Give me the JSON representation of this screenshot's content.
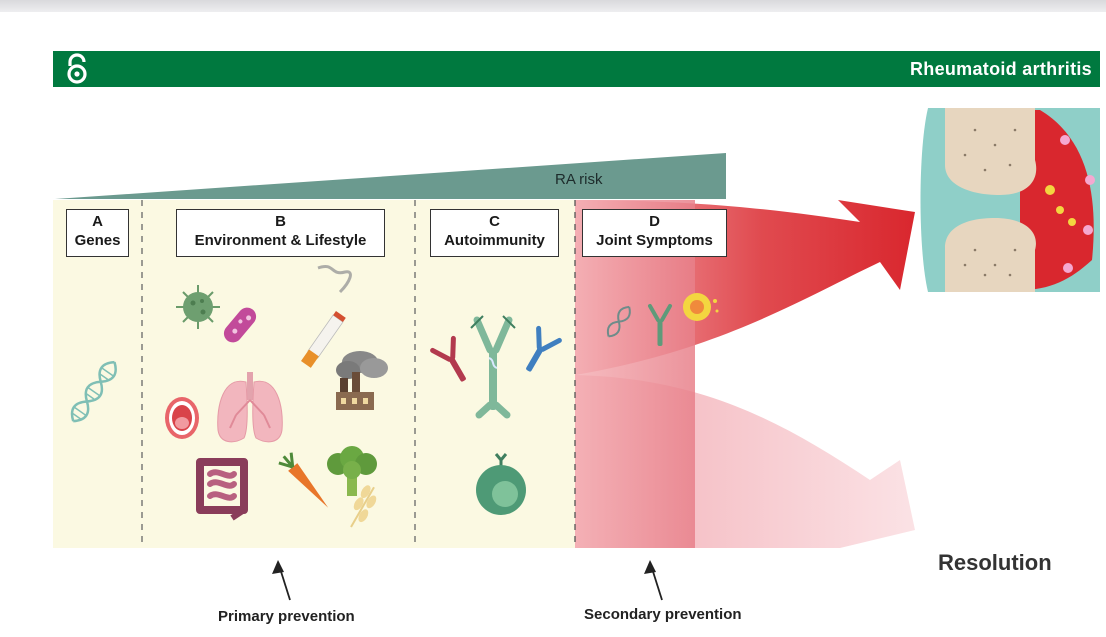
{
  "header": {
    "title": "Rheumatoid arthritis",
    "icon": "open-access-icon",
    "color": "#00793f"
  },
  "risk_bar": {
    "label": "RA risk",
    "color": "#6b9a8f"
  },
  "stages": [
    {
      "letter": "A",
      "label": "Genes",
      "icons": [
        "dna-icon"
      ]
    },
    {
      "letter": "B",
      "label": "Environment & Lifestyle",
      "icons": [
        "virus-icon",
        "bacterium-icon",
        "cigarette-icon",
        "factory-pollution-icon",
        "mouth-icon",
        "lungs-icon",
        "intestine-icon",
        "carrot-icon",
        "broccoli-icon",
        "grain-icon"
      ]
    },
    {
      "letter": "C",
      "label": "Autoimmunity",
      "icons": [
        "antibody-icon",
        "b-cell-icon"
      ]
    },
    {
      "letter": "D",
      "label": "Joint Symptoms",
      "icons": [
        "dna-icon",
        "antibody-icon",
        "immune-cell-icon"
      ]
    }
  ],
  "outcomes": {
    "progression_image": "inflamed-joint-icon",
    "resolution_label": "Resolution",
    "progression_color": "#d9272e",
    "resolution_color": "#f4c6cc"
  },
  "prevention": {
    "primary": "Primary prevention",
    "secondary": "Secondary prevention"
  },
  "panel_color": "#fbf9e2"
}
